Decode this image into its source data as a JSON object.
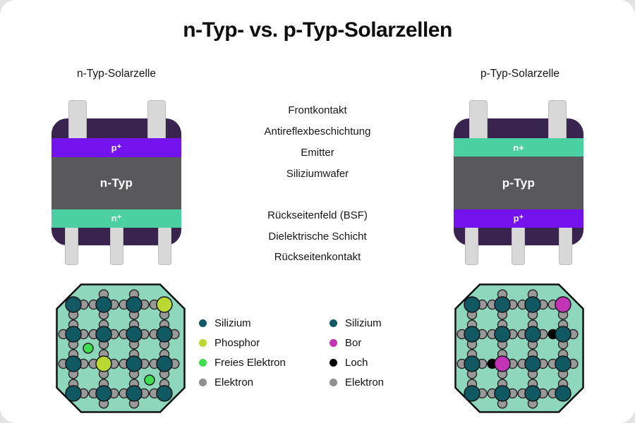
{
  "page": {
    "title": "n-Typ- vs. p-Typ-Solarzellen"
  },
  "cells": {
    "n": {
      "heading": "n-Typ-Solarzelle",
      "layers": {
        "top": "p⁺",
        "middle": "n-Typ",
        "bottom": "n⁺"
      }
    },
    "p": {
      "heading": "p-Typ-Solarzelle",
      "layers": {
        "top": "n+",
        "middle": "p-Typ",
        "bottom": "p⁺"
      }
    }
  },
  "center_labels": [
    "Frontkontakt",
    "Antireflexbeschichtung",
    "Emitter",
    "Siliziumwafer",
    "Rückseitenfeld (BSF)",
    "Dielektrische Schicht",
    "Rückseitenkontakt"
  ],
  "legends": {
    "n": [
      {
        "label": "Silizium",
        "color": "#105962"
      },
      {
        "label": "Phosphor",
        "color": "#b9d832"
      },
      {
        "label": "Freies Elektron",
        "color": "#3edd4f"
      },
      {
        "label": "Elektron",
        "color": "#8f8f8f"
      }
    ],
    "p": [
      {
        "label": "Silizium",
        "color": "#105962"
      },
      {
        "label": "Bor",
        "color": "#c233b5"
      },
      {
        "label": "Loch",
        "color": "#000000"
      },
      {
        "label": "Elektron",
        "color": "#8f8f8f"
      }
    ]
  },
  "colors": {
    "cell_body": "#38244e",
    "p_plus_band": "#7513ee",
    "n_plus_band": "#4bd0a2",
    "wafer_band": "#59595b",
    "pin": "#d8d8d8",
    "lattice_bg": "#8ed7bc",
    "electron": "#999999",
    "si": "#105962",
    "phosphor": "#b9d832",
    "free_electron": "#3edd4f",
    "bor": "#c233b5",
    "loch": "#000000"
  },
  "lattice": {
    "grid": {
      "cols": [
        25,
        68,
        111,
        154
      ],
      "rows": [
        30,
        72,
        114,
        156
      ],
      "slots": [
        14.33,
        28.67
      ],
      "si_radius": 11,
      "electron_radius": 6.5,
      "free_electron_radius": 7
    },
    "n": {
      "dopant_color": "#b9d832",
      "dopants": [
        [
          3,
          0
        ],
        [
          1,
          2
        ]
      ],
      "free_electrons": [
        [
          46,
          92
        ],
        [
          133,
          137
        ]
      ],
      "holes": []
    },
    "p": {
      "dopant_color": "#c233b5",
      "dopants": [
        [
          3,
          0
        ],
        [
          1,
          2
        ]
      ],
      "free_electrons": [],
      "holes": [
        [
          1,
          2,
          1
        ],
        [
          2,
          0,
          1
        ]
      ]
    }
  }
}
